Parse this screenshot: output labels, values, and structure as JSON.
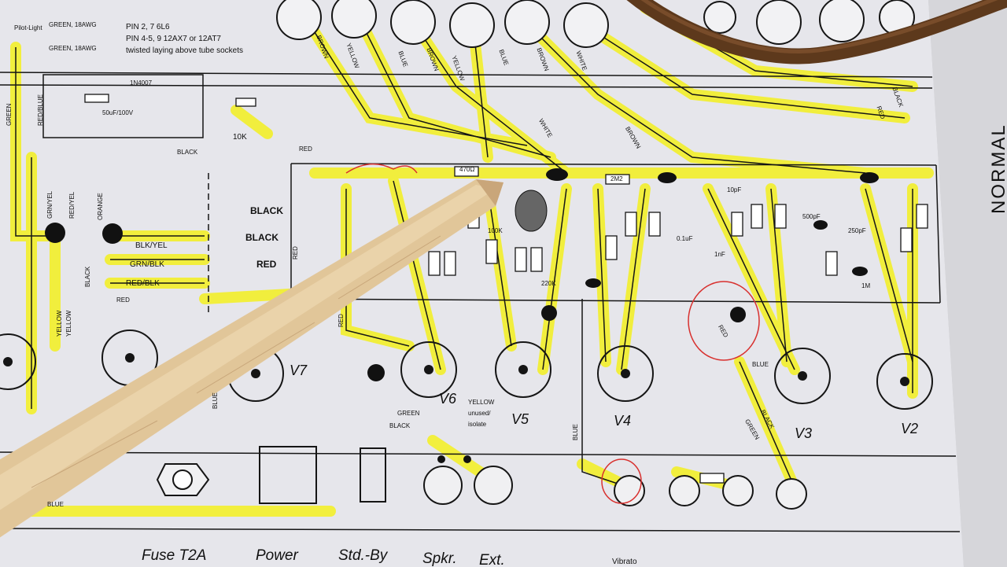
{
  "header": {
    "pilot_light": "Pilot-Light",
    "wire_top": "GREEN, 18AWG",
    "wire_bottom": "GREEN, 18AWG",
    "pin_note_1": "PIN 2, 7    6L6",
    "pin_note_2": "PIN 4-5, 9  12AX7 or 12AT7",
    "pin_note_3": "twisted laying above tube sockets"
  },
  "components": {
    "diode": "1N4007",
    "cap": "50uF/100V",
    "pot": "10K",
    "res_470": "470Ω",
    "c_10pf": "10pF",
    "c_250pf": "250pF",
    "c_500pf": "500pF",
    "c_1nf": "1nF",
    "c_01uf": "0.1uF",
    "r_100k": "100K",
    "r_220k": "220K",
    "r_2m2": "2M2",
    "r_1m": "1M"
  },
  "wires": {
    "red_blue": "RED/BLUE",
    "green": "GREEN",
    "grn_yel": "GRN/YEL",
    "red_yel": "RED/YEL",
    "orange": "ORANGE",
    "black": "BLACK",
    "blk_yel": "BLK/YEL",
    "grn_blk": "GRN/BLK",
    "red_blk": "RED/BLK",
    "red": "RED",
    "yellow": "YELLOW",
    "blue": "BLUE",
    "brown": "BROWN",
    "white": "WHITE",
    "yellow_note": "YELLOW",
    "unused": "unused/",
    "isolate": "isolate"
  },
  "tubes": {
    "v2": "V2",
    "v3": "V3",
    "v4": "V4",
    "v5": "V5",
    "v6": "V6",
    "v7": "V7"
  },
  "bottom_labels": {
    "fuse": "Fuse T2A",
    "power": "Power",
    "standby": "Std.-By",
    "speaker": "Spkr.",
    "ext": "Ext.",
    "vibrato": "Vibrato"
  },
  "edge_text": "NORMAL",
  "colors": {
    "paper": "#e9e9ee",
    "highlighter": "#f4f02a",
    "ink": "#111111",
    "pencil_wood": "#e2c79a",
    "cable": "#6b4322",
    "red_ink": "#d8302e"
  }
}
